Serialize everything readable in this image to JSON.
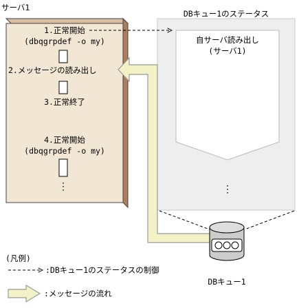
{
  "server": {
    "title": "サーバ1",
    "steps": [
      {
        "label": "1.正常開始",
        "sub": "(dbqgrpdef -o my)"
      },
      {
        "label": "2.メッセージの読み出し"
      },
      {
        "label": "3.正常終了"
      },
      {
        "label": "4.正常開始",
        "sub": "(dbqgrpdef -o my)"
      }
    ],
    "ellipsis": "⋮"
  },
  "queue_status": {
    "title": "DBキュー1のステータス",
    "inner_line1": "自サーバ読み出し",
    "inner_line2": "(サーバ1)",
    "ellipsis": "⋮"
  },
  "database": {
    "label": "DBキュー1"
  },
  "legend": {
    "title": "(凡例)",
    "dashed_arrow_label": ":DBキュー1のステータスの制御",
    "block_arrow_label": ":メッセージの流れ"
  },
  "colors": {
    "server_fill": "#f2e6d4",
    "server_side": "#ac7e5e",
    "status_fill": "#eeeeee",
    "arrow_fill": "#f3f2c6",
    "arrow_stroke": "#999999"
  }
}
